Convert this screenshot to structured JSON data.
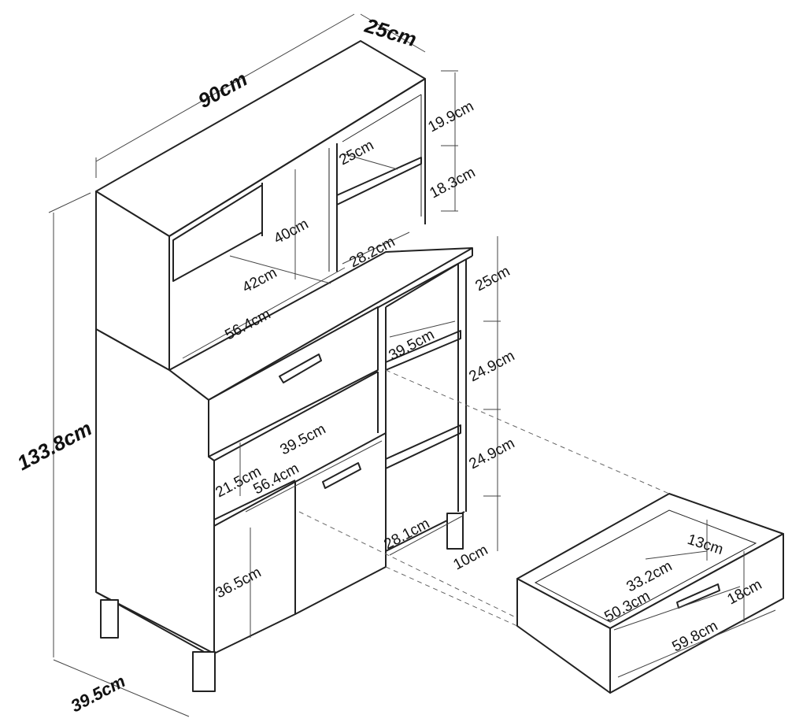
{
  "labels": {
    "width_total": "90cm",
    "depth_top": "25cm",
    "height_top_shelf": "19.9cm",
    "height_second_shelf": "18.3cm",
    "depth_top_shelf": "25cm",
    "height_top_open": "40cm",
    "width_top_right": "28.2cm",
    "depth_mid": "42cm",
    "width_counter": "56.4cm",
    "height_side_shelf_1": "25cm",
    "height_side_shelf_2": "24.9cm",
    "height_side_shelf_3": "24.9cm",
    "depth_side_shelf": "39.5cm",
    "height_total": "133.8cm",
    "depth_niche": "39.5cm",
    "height_niche": "21.5cm",
    "width_niche": "56.4cm",
    "width_side_bottom": "28.1cm",
    "height_leg": "10cm",
    "height_cabinet": "36.5cm",
    "depth_total": "39.5cm",
    "drawer_height_inner": "13cm",
    "drawer_depth": "33.2cm",
    "drawer_height": "18cm",
    "drawer_width_inner": "50.3cm",
    "drawer_width": "59.8cm"
  }
}
